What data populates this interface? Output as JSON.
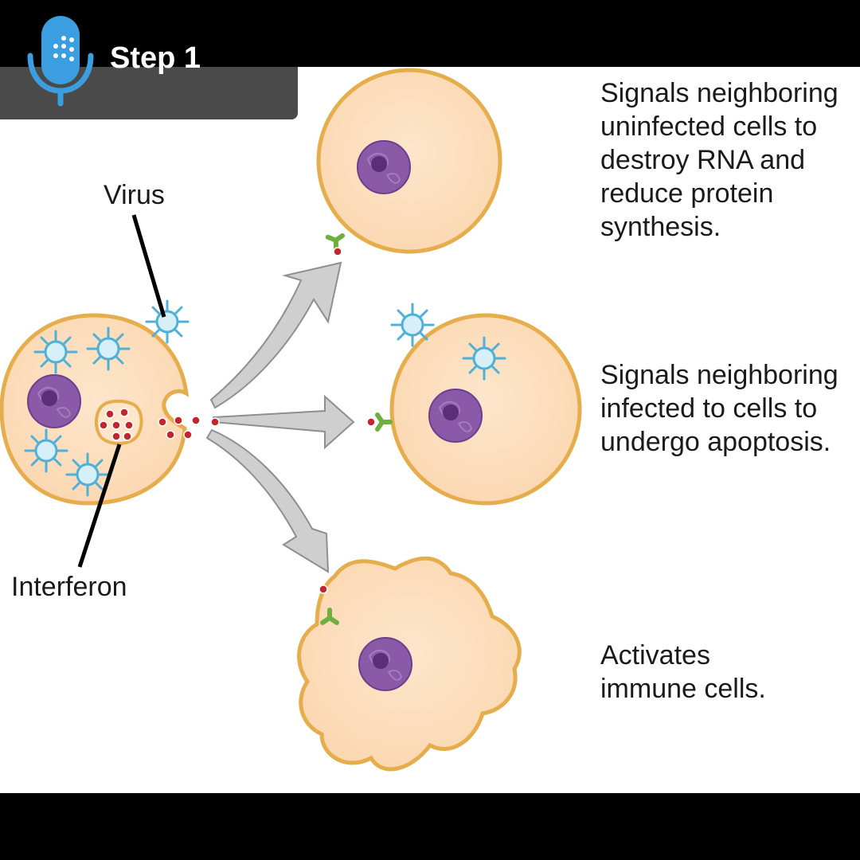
{
  "step": {
    "label": "Step 1"
  },
  "labels": {
    "virus": "Virus",
    "interferon": "Interferon"
  },
  "descriptions": {
    "top": "Signals neighboring\nuninfected cells to\ndestroy RNA and\nreduce protein\nsynthesis.",
    "middle": "Signals neighboring\ninfected to cells to\nundergo apoptosis.",
    "bottom": "Activates\nimmune cells."
  },
  "colors": {
    "cell_fill": "#fde2c4",
    "cell_border": "#e6ad4c",
    "nucleus": "#8a5aa8",
    "virus": "#4fb0d8",
    "interferon": "#c0262b",
    "receptor": "#6faf3f",
    "arrow": "#cfcfcf",
    "accent_mic": "#3a9ee0"
  },
  "icons": [
    "microphone-icon"
  ]
}
